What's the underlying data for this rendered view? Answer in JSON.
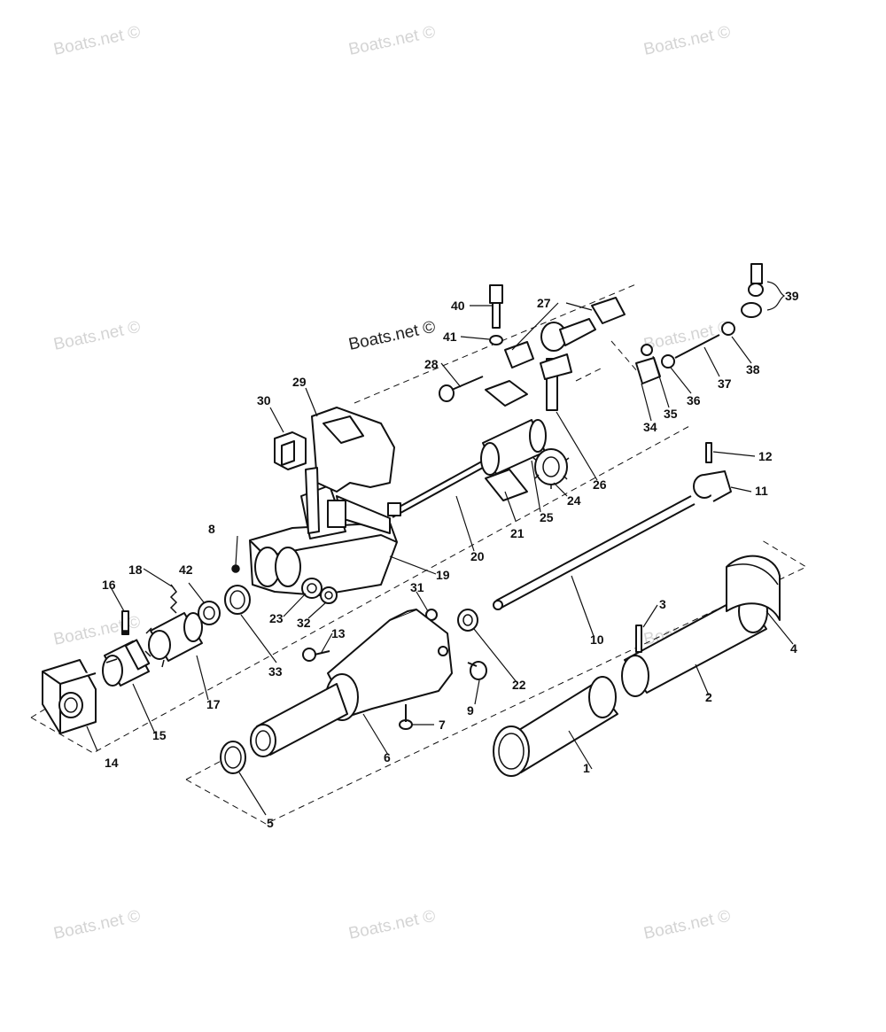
{
  "watermarks": [
    "Boats.net ©",
    "Boats.net ©",
    "Boats.net ©",
    "Boats.net ©",
    "Boats.net ©",
    "Boats.net ©",
    "Boats.net ©",
    "Boats.net ©",
    "Boats.net ©",
    "Boats.net ©"
  ],
  "center_watermark": "Boats.net ©",
  "callouts": [
    "1",
    "2",
    "3",
    "4",
    "5",
    "6",
    "7",
    "8",
    "9",
    "10",
    "11",
    "12",
    "13",
    "14",
    "15",
    "16",
    "17",
    "18",
    "19",
    "20",
    "21",
    "22",
    "23",
    "24",
    "25",
    "26",
    "27",
    "28",
    "29",
    "30",
    "31",
    "32",
    "33",
    "34",
    "35",
    "36",
    "37",
    "38",
    "39",
    "40",
    "41",
    "42"
  ]
}
